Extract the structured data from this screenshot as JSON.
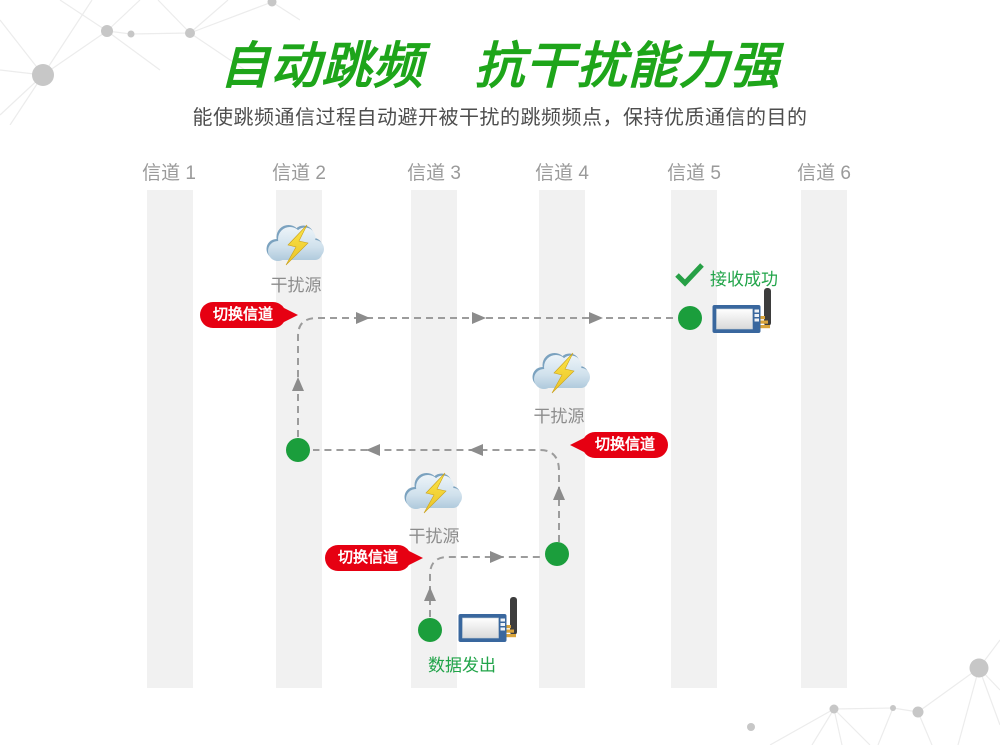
{
  "page": {
    "title": "自动跳频　抗干扰能力强",
    "subtitle": "能使跳频通信过程自动避开被干扰的跳频频点，保持优质通信的目的"
  },
  "channels": [
    "信道 1",
    "信道 2",
    "信道 3",
    "信道 4",
    "信道 5",
    "信道 6"
  ],
  "interference_label": "干扰源",
  "badge_label": "切换信道",
  "receiver": {
    "status": "接收成功",
    "icon": "check-icon"
  },
  "sender": {
    "status": "数据发出"
  },
  "icons": {
    "interference": "cloud-lightning-icon",
    "device": "rf-module-antenna-icon",
    "success": "check-icon",
    "hop_point": "green-dot",
    "flow": "dashed-arrow-path"
  },
  "colors": {
    "title_green": "#1ea51a",
    "status_green": "#21a449",
    "dot_green": "#1b9e3c",
    "badge_red": "#e60012",
    "channel_bar_gray": "#f1f1f1",
    "path_gray": "#9c9c9c",
    "label_gray": "#9a9a9a",
    "subtitle_gray": "#4d4d4d"
  }
}
